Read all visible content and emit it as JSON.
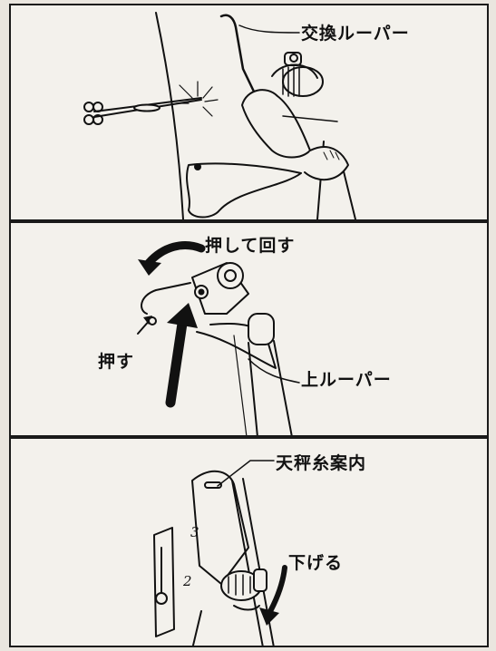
{
  "panels": [
    {
      "labels": {
        "exchange_looper": "交換ルーパー"
      }
    },
    {
      "labels": {
        "push_and_turn": "押して回す",
        "push": "押す",
        "upper_looper": "上ルーパー"
      }
    },
    {
      "labels": {
        "take_up_thread_guide": "天秤糸案内",
        "lower": "下げる",
        "mark_3": "3",
        "mark_2": "2"
      }
    }
  ]
}
